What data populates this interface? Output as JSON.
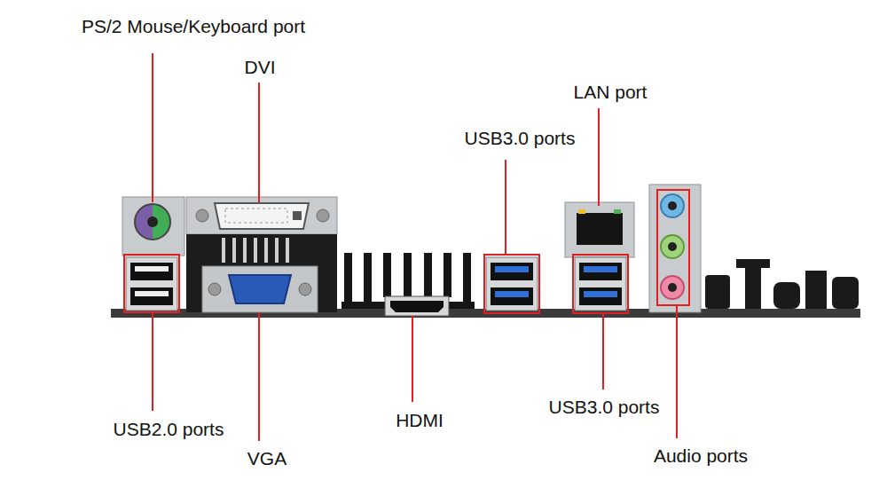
{
  "diagram": {
    "labels": [
      "PS/2 Mouse/Keyboard port",
      "DVI",
      "LAN port",
      "USB3.0 ports",
      "USB2.0 ports",
      "VGA",
      "HDMI",
      "USB3.0 ports",
      "Audio ports"
    ]
  }
}
